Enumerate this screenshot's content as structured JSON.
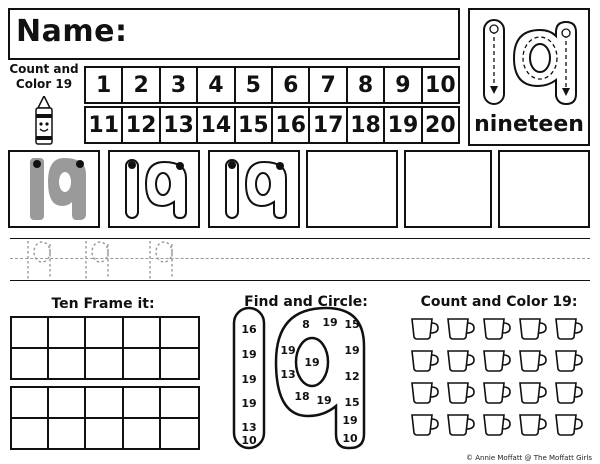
{
  "header": {
    "name_label": "Name:"
  },
  "count_color_label": "Count and Color 19",
  "number_rows": [
    [
      "1",
      "2",
      "3",
      "4",
      "5",
      "6",
      "7",
      "8",
      "9",
      "10"
    ],
    [
      "11",
      "12",
      "13",
      "14",
      "15",
      "16",
      "17",
      "18",
      "19",
      "20"
    ]
  ],
  "featured": {
    "numeral": "19",
    "word": "nineteen"
  },
  "sections": {
    "ten_frame": "Ten Frame it:",
    "find_circle": "Find and Circle:",
    "count_color": "Count and Color 19:"
  },
  "find_circle_numbers": {
    "left_one": [
      "16",
      "19",
      "19",
      "19",
      "13",
      "10"
    ],
    "nine_top": [
      "8",
      "19",
      "15"
    ],
    "nine_left": [
      "19",
      "13",
      "18",
      "19"
    ],
    "nine_right": [
      "19",
      "12",
      "15"
    ],
    "nine_inner": [
      "19"
    ],
    "nine_stem": [
      "19",
      "10"
    ]
  },
  "cups": {
    "count": 20
  },
  "credit": "© Annie Moffatt @ The Moffatt Girls"
}
